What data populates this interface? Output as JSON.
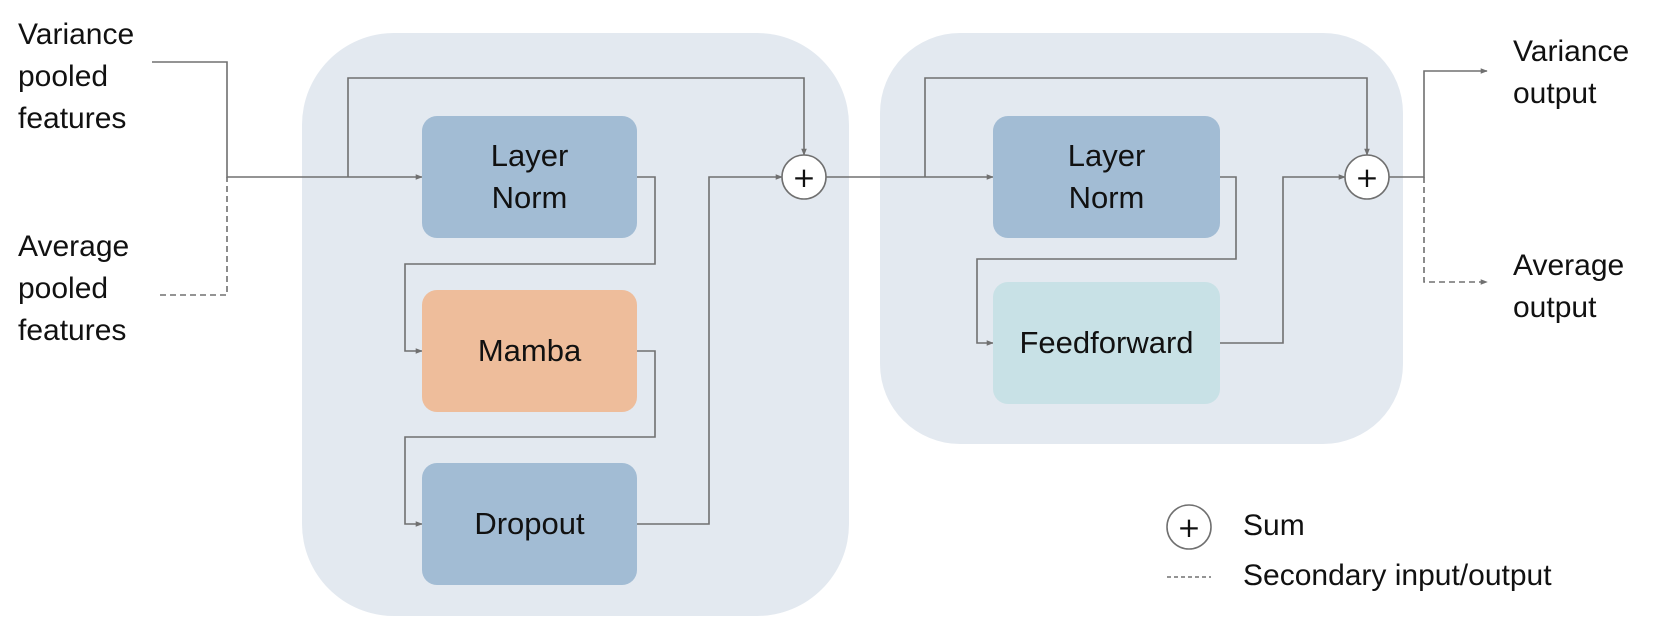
{
  "inputs": {
    "variance": [
      "Variance",
      "pooled",
      "features"
    ],
    "average": [
      "Average",
      "pooled",
      "features"
    ]
  },
  "mamba_block": {
    "layer_norm": [
      "Layer",
      "Norm"
    ],
    "mamba": "Mamba",
    "dropout": "Dropout"
  },
  "ff_block": {
    "layer_norm": [
      "Layer",
      "Norm"
    ],
    "feedforward": "Feedforward"
  },
  "outputs": {
    "variance": [
      "Variance",
      "output"
    ],
    "average": [
      "Average",
      "output"
    ]
  },
  "sum_symbol": "+",
  "legend": {
    "sum_symbol": "+",
    "sum_label": "Sum",
    "secondary_label": "Secondary input/output"
  },
  "colors": {
    "panel": "#e3e9f0",
    "norm_block": "#a2bcd4",
    "mamba_block": "#eebd9b",
    "feedforward_block": "#c8e1e6",
    "wire": "#707070"
  }
}
